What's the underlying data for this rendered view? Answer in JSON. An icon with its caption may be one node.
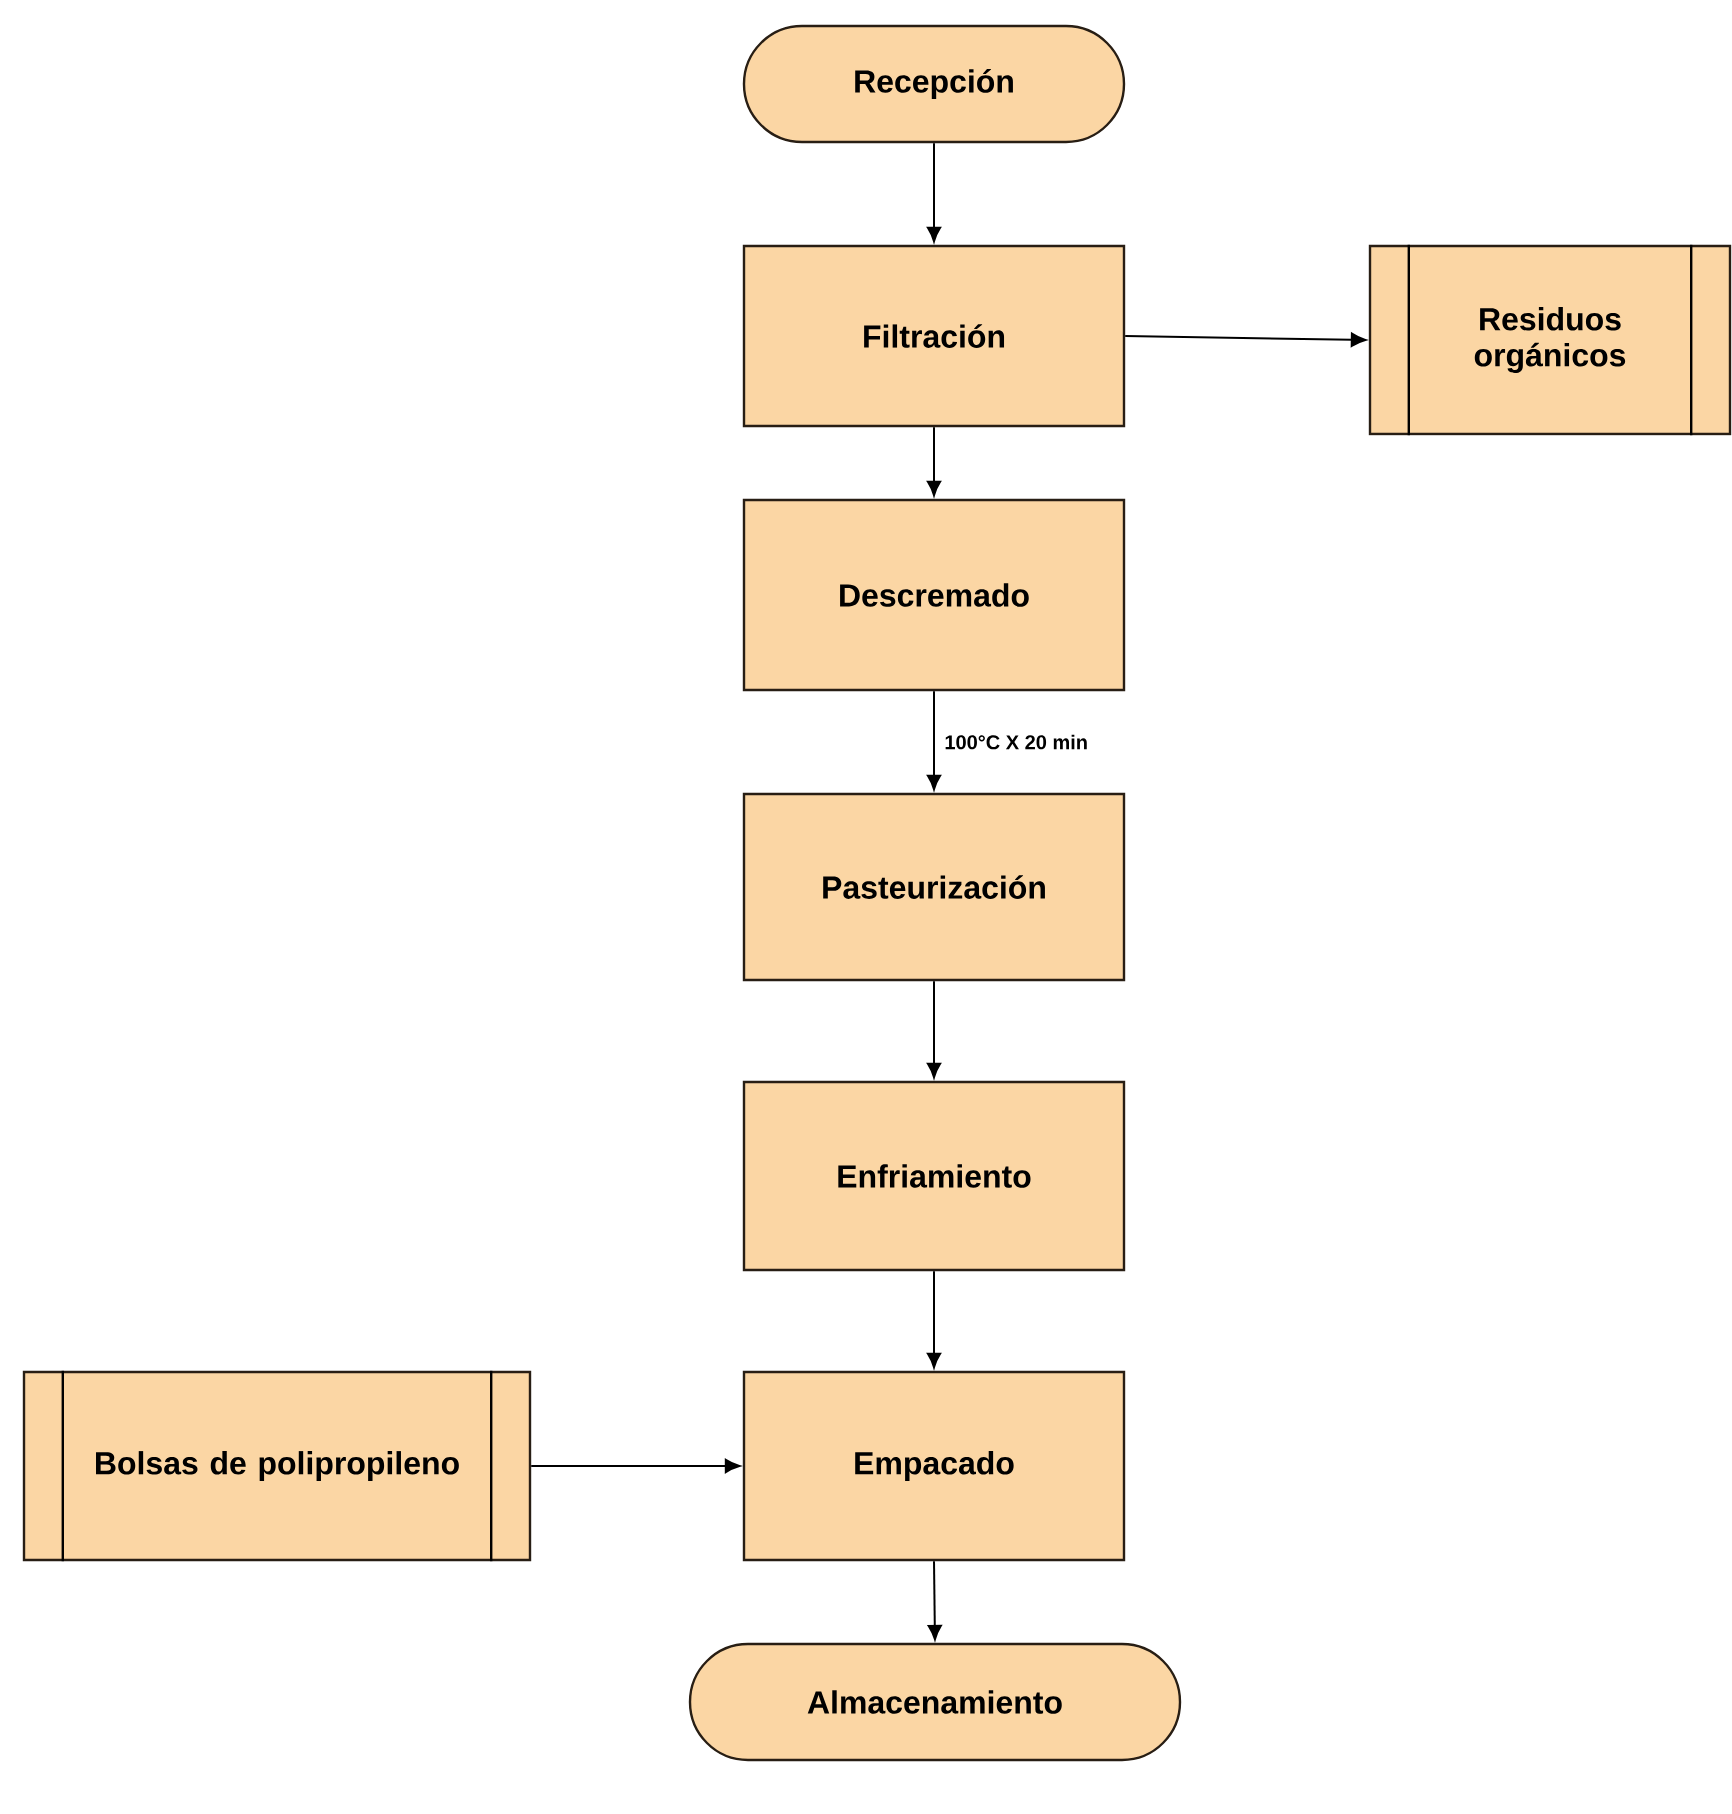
{
  "diagram": {
    "nodes": [
      {
        "text": [
          "Recepción"
        ]
      },
      {
        "text": [
          "Filtración"
        ]
      },
      {
        "text": [
          "Residuos orgánicos"
        ]
      },
      {
        "text": [
          "Descremado"
        ]
      },
      {
        "text": [
          "Pasteurización"
        ]
      },
      {
        "text": [
          "Enfriamiento"
        ]
      },
      {
        "text": [
          "Bolsas de polipropileno"
        ]
      },
      {
        "text": [
          "Empacado"
        ]
      },
      {
        "text": [
          "Almacenamiento"
        ]
      }
    ],
    "edges": [
      {
        "from": 0,
        "to": 1,
        "arrow": "to"
      },
      {
        "from": 1,
        "to": 2,
        "arrow": "to"
      },
      {
        "from": 1,
        "to": 3,
        "arrow": "to"
      },
      {
        "from": 3,
        "to": 4,
        "arrow": "to",
        "label": "100°C X 20 min"
      },
      {
        "from": 4,
        "to": 5,
        "arrow": "to"
      },
      {
        "from": 5,
        "to": 7,
        "arrow": "to"
      },
      {
        "from": 6,
        "to": 7,
        "arrow": "to"
      },
      {
        "from": 7,
        "to": 8,
        "arrow": "to"
      }
    ]
  }
}
